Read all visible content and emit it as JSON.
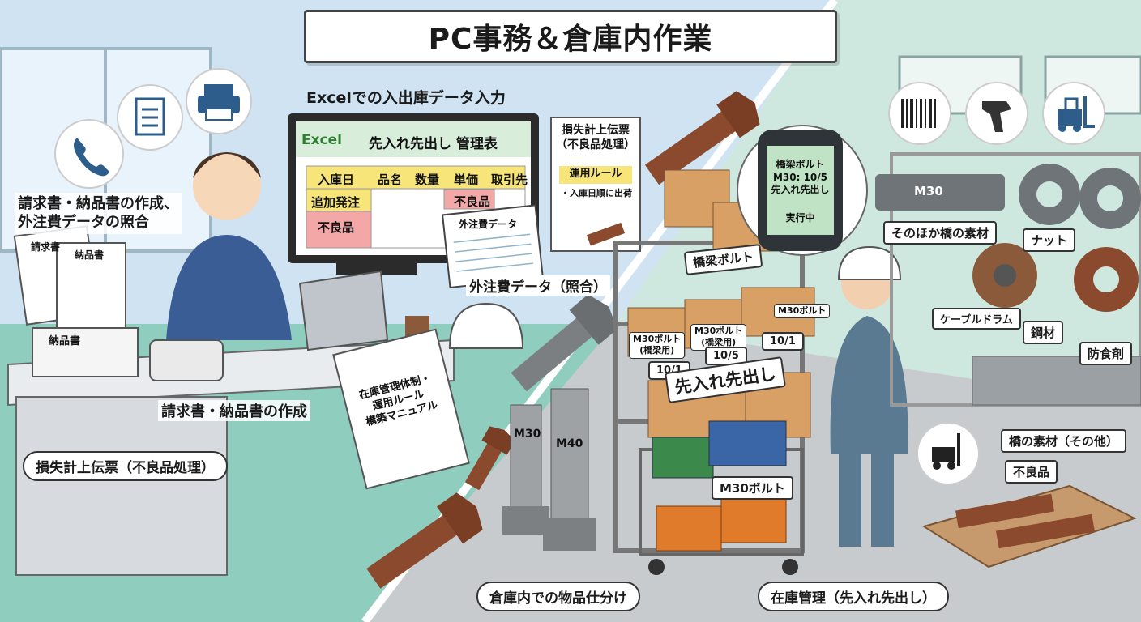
{
  "title": "PC事務＆倉庫内作業",
  "office": {
    "excel_heading": "Excelでの入出庫データ入力",
    "excel_app": "Excel",
    "excel_sheet": "先入れ先出し 管理表",
    "table_headers": [
      "入庫日",
      "品名",
      "数量",
      "単価",
      "取引先"
    ],
    "table_rows": [
      "追加発注",
      "不良品"
    ],
    "defect_tag": "不良品",
    "subcontract_sheet": "外注費データ",
    "subcontract_label": "外注費データ（照合）",
    "invoice_label": "請求書・納品書の作成、\n外注費データの照合",
    "doc_header": "納品書",
    "doc_header_back": "請求書",
    "stack_label": "納品書",
    "create_label": "請求書・納品書の作成",
    "loss_label": "損失計上伝票（不良品処理）",
    "memo_title": "損失計上伝票\n（不良品処理）",
    "memo_rule": "運用ルール",
    "memo_item": "・入庫日順に出荷",
    "manual": "在庫管理体制・\n運用ルール\n構築マニュアル"
  },
  "warehouse": {
    "scanner_screen": "橋梁ボルト\nM30: 10/5\n先入れ先出し",
    "scanner_status": "実行中",
    "bolt_shelf": "橋梁ボルト",
    "box_labels": [
      "M30ボルト\n(橋梁用)",
      "M30ボルト\n(橋梁用)",
      "M30ボルト"
    ],
    "date_tags": [
      "10/1",
      "10/5",
      "10/1"
    ],
    "fifo": "先入れ先出し",
    "bolt_sizes": [
      "M30",
      "M40"
    ],
    "cart_label": "M30ボルト",
    "sorting_label": "倉庫内での物品仕分け",
    "inventory_label": "在庫管理（先入れ先出し）",
    "shelf_m30": "M30",
    "other_materials": "そのほか橋の素材",
    "nut": "ナット",
    "cable_drum": "ケーブルドラム",
    "steel": "鋼材",
    "anticorrosion": "防食剤",
    "bridge_materials": "橋の素材（その他）",
    "defective": "不良品"
  },
  "icons": [
    "phone-icon",
    "document-icon",
    "printer-icon",
    "barcode-icon",
    "scanner-icon",
    "forklift-icon"
  ],
  "colors": {
    "office_bg": "#cfe3f2",
    "warehouse_bg": "#cfe8df",
    "excel_green": "#2e7d32",
    "header_yellow": "#f7e57a",
    "row_red": "#f3a7a7",
    "rust": "#8b4a2e",
    "box_brown": "#d9a066",
    "worker_blue": "#5a7a92",
    "floor_gray": "#bfc3c6"
  }
}
